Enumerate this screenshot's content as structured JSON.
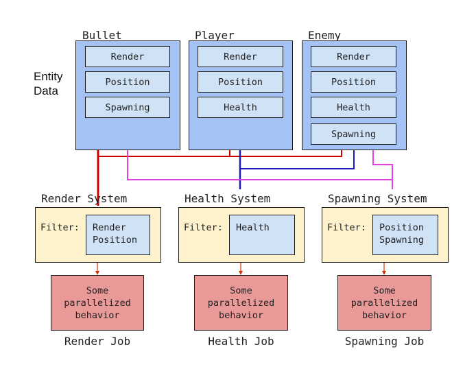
{
  "side_label": {
    "line1": "Entity",
    "line2": "Data"
  },
  "entities": [
    {
      "name": "Bullet",
      "components": [
        "Render",
        "Position",
        "Spawning"
      ]
    },
    {
      "name": "Player",
      "components": [
        "Render",
        "Position",
        "Health"
      ]
    },
    {
      "name": "Enemy",
      "components": [
        "Render",
        "Position",
        "Health",
        "Spawning"
      ]
    }
  ],
  "filter_label": "Filter:",
  "systems": [
    {
      "name": "Render System",
      "filter": [
        "Render",
        "Position"
      ]
    },
    {
      "name": "Health System",
      "filter": [
        "Health"
      ]
    },
    {
      "name": "Spawning System",
      "filter": [
        "Position",
        "Spawning"
      ]
    }
  ],
  "jobs": [
    {
      "name": "Render Job",
      "behavior": [
        "Some",
        "parallelized",
        "behavior"
      ]
    },
    {
      "name": "Health Job",
      "behavior": [
        "Some",
        "parallelized",
        "behavior"
      ]
    },
    {
      "name": "Spawning Job",
      "behavior": [
        "Some",
        "parallelized",
        "behavior"
      ]
    }
  ],
  "wire_colors": {
    "render": "#cc0000",
    "health": "#1a1ab8",
    "spawning": "#e040e0",
    "arrow": "#cc3300"
  }
}
